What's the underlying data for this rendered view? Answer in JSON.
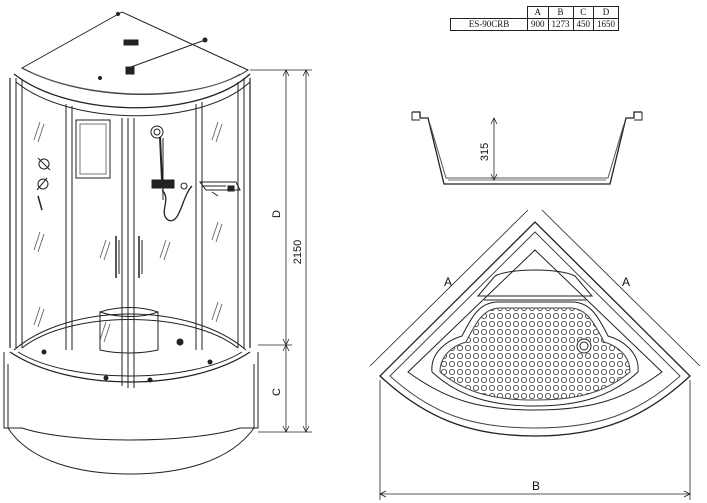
{
  "spec_table": {
    "headers": [
      "A",
      "B",
      "C",
      "D"
    ],
    "rows": [
      {
        "model": "ES-90CRB",
        "values": [
          "900",
          "1273",
          "450",
          "1650"
        ]
      }
    ]
  },
  "dimensions": {
    "overall_height": "2150",
    "cabin_height": "D",
    "tray_height": "C",
    "tray_depth": "315",
    "side_a_left": "A",
    "side_a_right": "A",
    "width_b": "B"
  }
}
